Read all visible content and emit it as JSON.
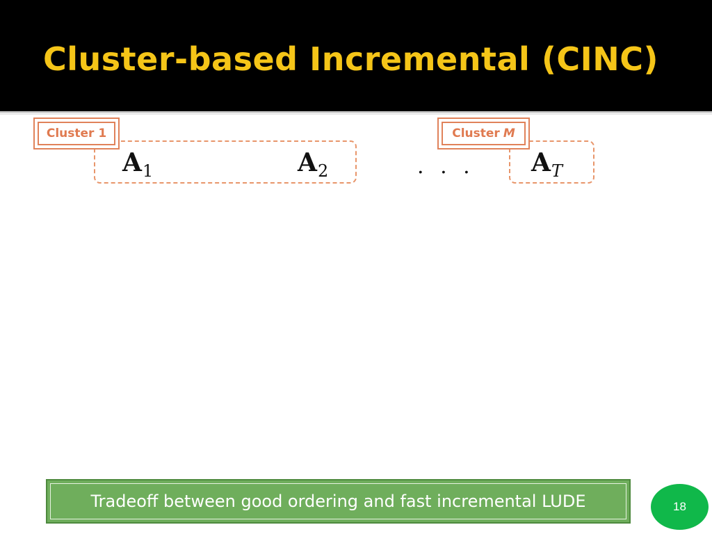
{
  "slide": {
    "title": "Cluster-based Incremental (CINC)",
    "page_number": "18"
  },
  "clusters": {
    "first_label": "Cluster 1",
    "last_label_prefix": "Cluster",
    "last_label_symbol": "M"
  },
  "matrices": {
    "a1": {
      "base": "A",
      "sub": "1"
    },
    "a2": {
      "base": "A",
      "sub": "2"
    },
    "ellipsis": ". . .",
    "at": {
      "base": "A",
      "sub": "T"
    }
  },
  "takeaway": "Tradeoff between good ordering and fast incremental LUDE",
  "colors": {
    "title_text": "#f5c518",
    "title_bar": "#000000",
    "cluster_accent": "#e0825a",
    "takeaway_fill": "#6fae5c",
    "page_badge": "#10b84a"
  }
}
